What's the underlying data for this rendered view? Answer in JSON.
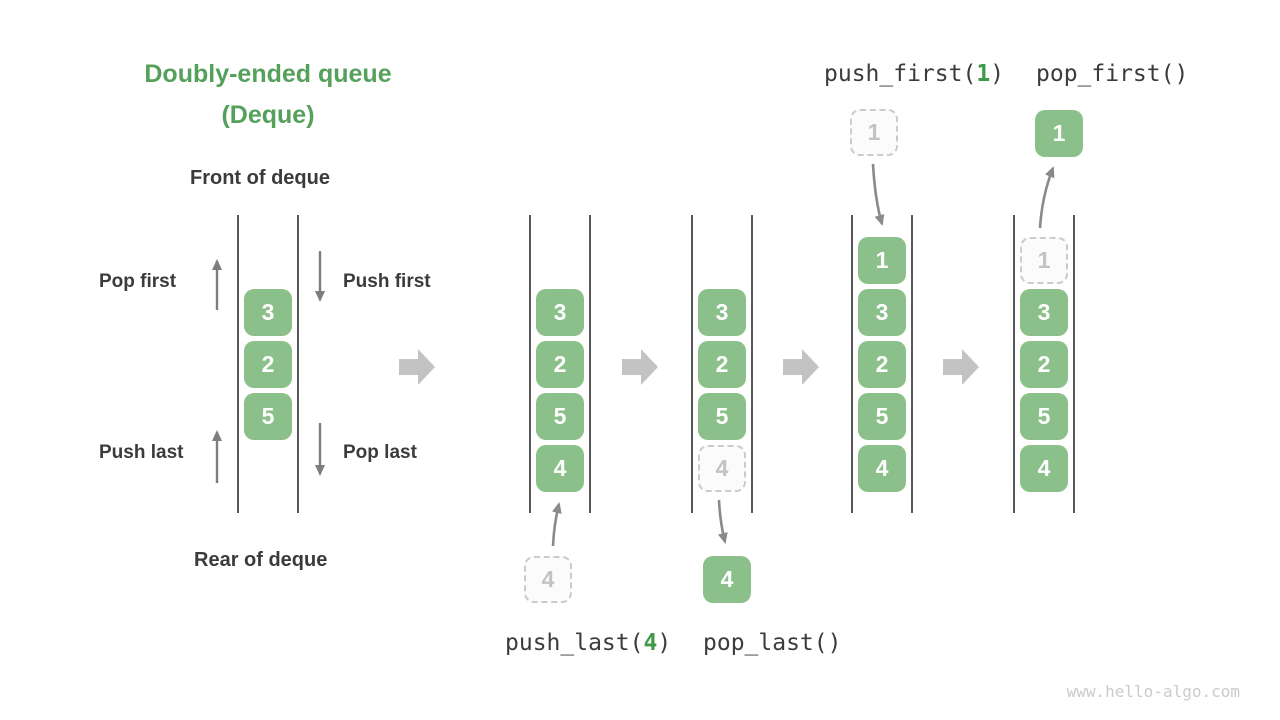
{
  "title": {
    "line1": "Doubly-ended queue",
    "line2": "(Deque)"
  },
  "side_labels": {
    "front": "Front of deque",
    "rear": "Rear of deque",
    "pop_first": "Pop first",
    "push_first": "Push first",
    "push_last": "Push last",
    "pop_last": "Pop last"
  },
  "operations": {
    "push_last": {
      "prefix": "push_last(",
      "arg": "4",
      "suffix": ")"
    },
    "pop_last": {
      "prefix": "pop_last(",
      "arg": "",
      "suffix": ")"
    },
    "push_first": {
      "prefix": "push_first(",
      "arg": "1",
      "suffix": ")"
    },
    "pop_first": {
      "prefix": "pop_first(",
      "arg": "",
      "suffix": ")"
    }
  },
  "queues": {
    "initial": {
      "cells": [
        "3",
        "2",
        "5"
      ]
    },
    "push_last": {
      "cells": [
        "3",
        "2",
        "5",
        "4"
      ],
      "incoming": "4"
    },
    "pop_last": {
      "cells": [
        "3",
        "2",
        "5"
      ],
      "ghost": "4",
      "popped": "4"
    },
    "push_first": {
      "cells": [
        "1",
        "3",
        "2",
        "5",
        "4"
      ],
      "incoming": "1"
    },
    "pop_first": {
      "cells": [
        "3",
        "2",
        "5",
        "4"
      ],
      "ghost": "1",
      "popped": "1"
    }
  },
  "icons": {
    "step": "block-arrow-right",
    "pop_first": "arrow-up",
    "push_first": "arrow-down",
    "push_last": "arrow-up",
    "pop_last": "arrow-down"
  },
  "watermark": "www.hello-algo.com",
  "colors": {
    "title_green": "#55A05A",
    "cell_green": "#8CC08A",
    "code_arg_green": "#3D9A48",
    "text_dark": "#3B3B3B",
    "wall_gray": "#585858",
    "arrow_gray": "#7D7D7D",
    "step_arrow_gray": "#C3C3C3",
    "ghost_border_gray": "#CBCBCB",
    "ghost_text_gray": "#C3C3C3",
    "watermark_gray": "#CBCBCB"
  }
}
